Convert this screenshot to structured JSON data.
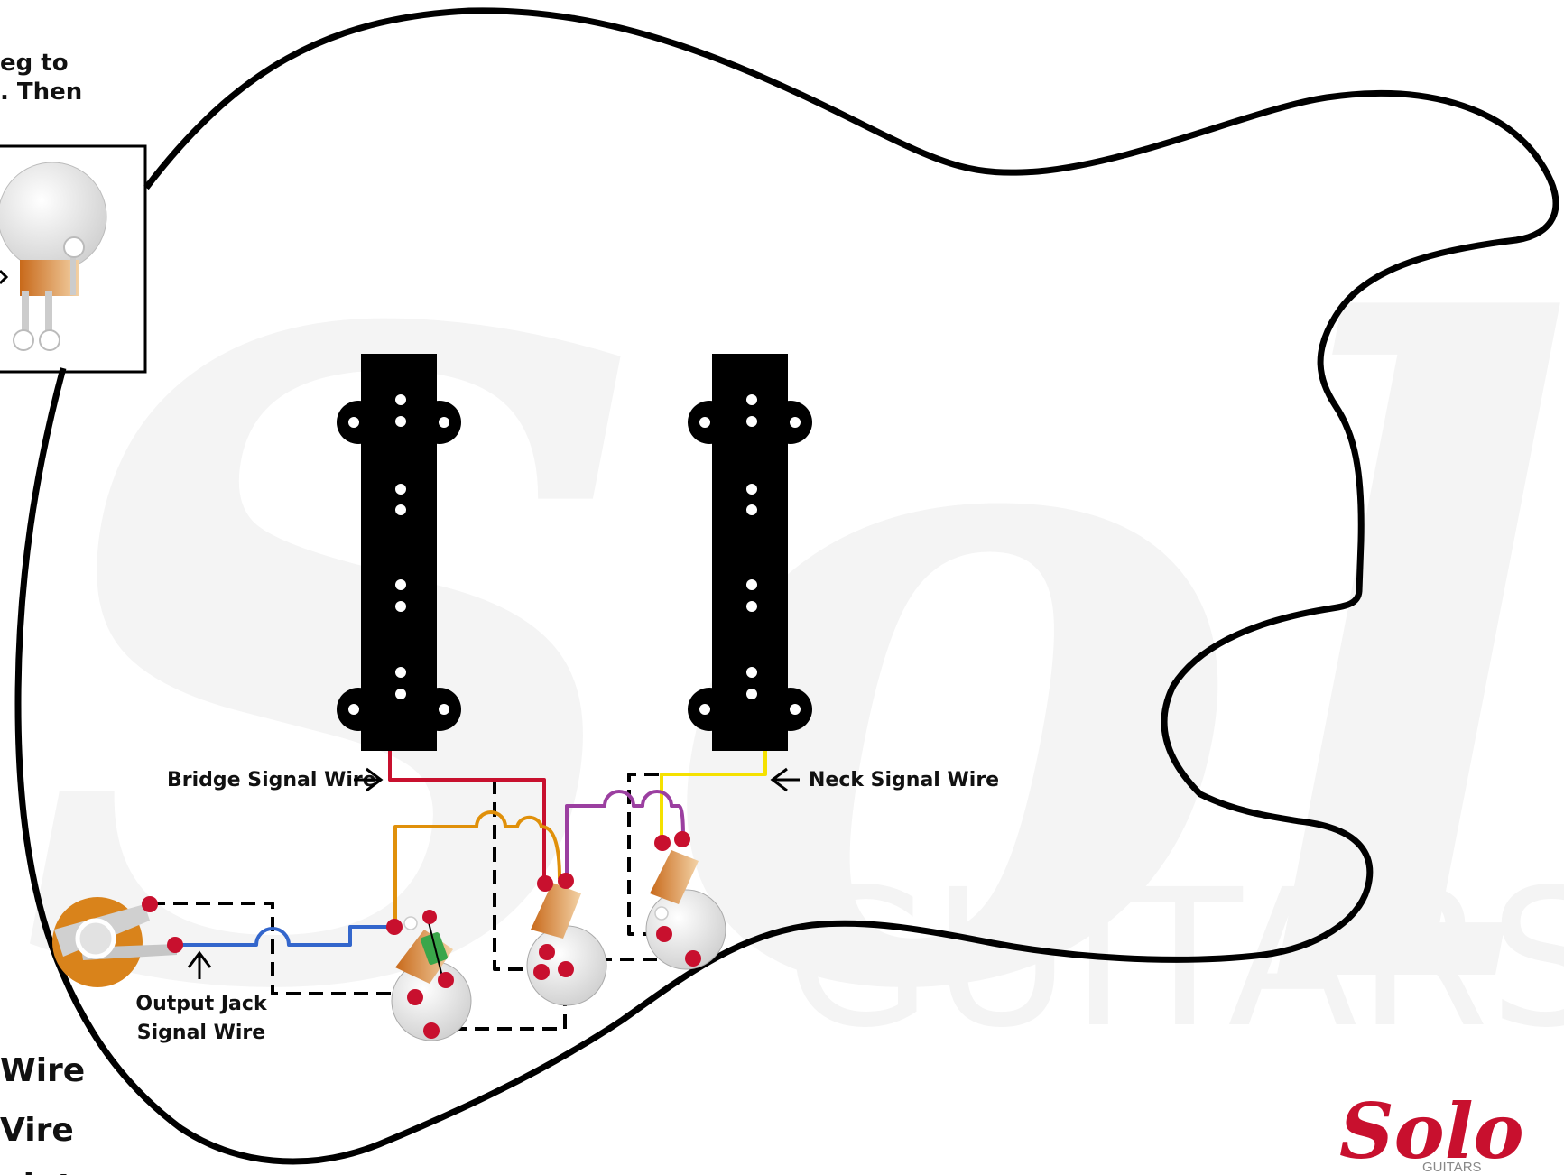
{
  "watermark": {
    "script": "Solo",
    "sub": "GUITARS"
  },
  "instructions": {
    "line1": "eg to",
    "line2": ". Then"
  },
  "labels": {
    "bridge_signal": "Bridge Signal Wire",
    "neck_signal": "Neck Signal Wire",
    "output_jack_1": "Output Jack",
    "output_jack_2": "Signal Wire"
  },
  "legend_fragments": {
    "line1": "Wire",
    "line2": "Vire",
    "line3": "nint"
  },
  "logo": {
    "script": "Solo",
    "sub": "GUITARS"
  },
  "colors": {
    "body_outline": "#000000",
    "bridge_wire": "#c8102e",
    "neck_wire": "#f5e100",
    "output_wire": "#3366cc",
    "orange_wire": "#e0900a",
    "purple_wire": "#9b3fa0",
    "ground_wire": "#000000",
    "solder_point": "#c8102e",
    "logo": "#c8102e",
    "pickup": "#000000",
    "pot_lug": "#d07a1a",
    "capacitor": "#3aa64a"
  }
}
